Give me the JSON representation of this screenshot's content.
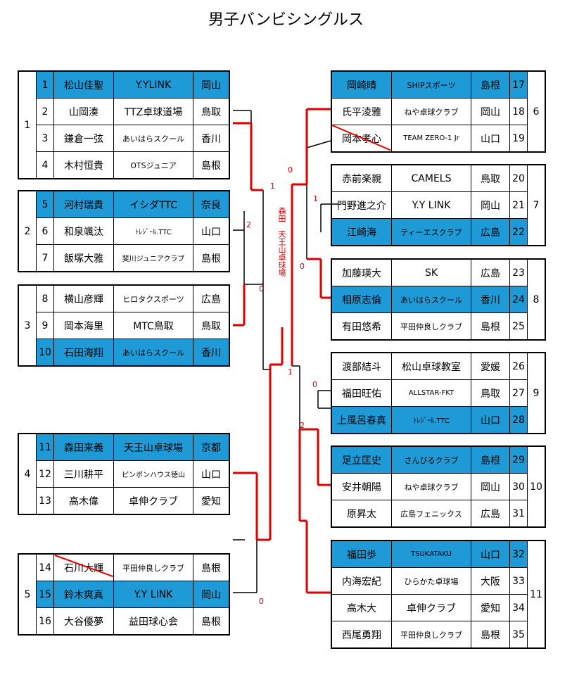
{
  "title": "男子バンビシングルス",
  "venue": "森田　天王山卓球場",
  "colors": {
    "seed_bg": "#1e9ad6",
    "winner_line": "#e00000",
    "line": "#000000"
  },
  "left_groups": [
    {
      "group": "1",
      "players": [
        {
          "no": "1",
          "name": "松山佳聖",
          "club": "Y.YLINK",
          "pref": "岡山",
          "seed": true
        },
        {
          "no": "2",
          "name": "山岡湊",
          "club": "TTZ卓球道場",
          "pref": "鳥取",
          "seed": false
        },
        {
          "no": "3",
          "name": "鎌倉一弦",
          "club": "あいはらスクール",
          "pref": "香川",
          "seed": false
        },
        {
          "no": "4",
          "name": "木村恒貴",
          "club": "OTSジュニア",
          "pref": "島根",
          "seed": false
        }
      ]
    },
    {
      "group": "2",
      "players": [
        {
          "no": "5",
          "name": "河村瑞貴",
          "club": "イシダTTC",
          "pref": "奈良",
          "seed": true
        },
        {
          "no": "6",
          "name": "和泉颯汰",
          "club": "ﾄﾚｼﾞｰﾙ.TTC",
          "pref": "山口",
          "seed": false
        },
        {
          "no": "7",
          "name": "飯塚大雅",
          "club": "斐川ジュニアクラブ",
          "pref": "島根",
          "seed": false
        }
      ]
    },
    {
      "group": "3",
      "players": [
        {
          "no": "8",
          "name": "横山彦輝",
          "club": "ヒロタクスポーツ",
          "pref": "広島",
          "seed": false
        },
        {
          "no": "9",
          "name": "岡本海里",
          "club": "MTC鳥取",
          "pref": "鳥取",
          "seed": false
        },
        {
          "no": "10",
          "name": "石田海翔",
          "club": "あいはらスクール",
          "pref": "香川",
          "seed": true
        }
      ]
    },
    {
      "group": "4",
      "players": [
        {
          "no": "11",
          "name": "森田来義",
          "club": "天王山卓球場",
          "pref": "京都",
          "seed": true
        },
        {
          "no": "12",
          "name": "三川耕平",
          "club": "ピンポンハウス徳山",
          "pref": "山口",
          "seed": false
        },
        {
          "no": "13",
          "name": "高木偉",
          "club": "卓伸クラブ",
          "pref": "愛知",
          "seed": false
        }
      ]
    },
    {
      "group": "5",
      "players": [
        {
          "no": "14",
          "name": "石川大輝",
          "club": "平田仲良しクラブ",
          "pref": "島根",
          "seed": false
        },
        {
          "no": "15",
          "name": "鈴木爽真",
          "club": "Y.Y LINK",
          "pref": "岡山",
          "seed": true
        },
        {
          "no": "16",
          "name": "大谷優夢",
          "club": "益田球心会",
          "pref": "島根",
          "seed": false
        }
      ]
    }
  ],
  "right_groups": [
    {
      "group": "6",
      "players": [
        {
          "no": "17",
          "name": "岡崎晴",
          "club": "SHIPスポーツ",
          "pref": "島根",
          "seed": true
        },
        {
          "no": "18",
          "name": "氏平淩雅",
          "club": "ねや卓球クラブ",
          "pref": "岡山",
          "seed": false
        },
        {
          "no": "19",
          "name": "岡本孝心",
          "club": "TEAM ZERO-1 Jr",
          "pref": "山口",
          "seed": false
        }
      ]
    },
    {
      "group": "7",
      "players": [
        {
          "no": "20",
          "name": "赤前楽親",
          "club": "CAMELS",
          "pref": "鳥取",
          "seed": false
        },
        {
          "no": "21",
          "name": "門野進之介",
          "club": "Y.Y LINK",
          "pref": "岡山",
          "seed": false
        },
        {
          "no": "22",
          "name": "江崎海",
          "club": "ティーエスクラブ",
          "pref": "広島",
          "seed": true
        }
      ]
    },
    {
      "group": "8",
      "players": [
        {
          "no": "23",
          "name": "加藤瑛大",
          "club": "SK",
          "pref": "広島",
          "seed": false
        },
        {
          "no": "24",
          "name": "相原志倫",
          "club": "あいはらスクール",
          "pref": "香川",
          "seed": true
        },
        {
          "no": "25",
          "name": "有田悠希",
          "club": "平田仲良しクラブ",
          "pref": "島根",
          "seed": false
        }
      ]
    },
    {
      "group": "9",
      "players": [
        {
          "no": "26",
          "name": "渡部結斗",
          "club": "松山卓球教室",
          "pref": "愛媛",
          "seed": false
        },
        {
          "no": "27",
          "name": "福田旺佑",
          "club": "ALLSTAR-FKT",
          "pref": "鳥取",
          "seed": false
        },
        {
          "no": "28",
          "name": "上風呂春真",
          "club": "ﾄﾚｼﾞｰﾙ.TTC",
          "pref": "山口",
          "seed": true
        }
      ]
    },
    {
      "group": "10",
      "players": [
        {
          "no": "29",
          "name": "足立匡史",
          "club": "さんびるクラブ",
          "pref": "島根",
          "seed": true
        },
        {
          "no": "30",
          "name": "安井朝陽",
          "club": "ねや卓球クラブ",
          "pref": "岡山",
          "seed": false
        },
        {
          "no": "31",
          "name": "原昇太",
          "club": "広島フェニックス",
          "pref": "広島",
          "seed": false
        }
      ]
    },
    {
      "group": "11",
      "players": [
        {
          "no": "32",
          "name": "福田歩",
          "club": "TSUKATAKU",
          "pref": "山口",
          "seed": true
        },
        {
          "no": "33",
          "name": "内海宏紀",
          "club": "ひらかた卓球場",
          "pref": "大阪",
          "seed": false
        },
        {
          "no": "34",
          "name": "高木大",
          "club": "卓伸クラブ",
          "pref": "愛知",
          "seed": false
        },
        {
          "no": "35",
          "name": "西尾勇翔",
          "club": "平田仲良しクラブ",
          "pref": "島根",
          "seed": false
        }
      ]
    }
  ],
  "scores": [
    {
      "text": "1",
      "where": "s1"
    },
    {
      "text": "2",
      "where": "s2"
    },
    {
      "text": "0",
      "where": "s3"
    },
    {
      "text": "0",
      "where": "s4"
    },
    {
      "text": "0",
      "where": "s5"
    },
    {
      "text": "1",
      "where": "s6"
    },
    {
      "text": "0",
      "where": "s7"
    },
    {
      "text": "1",
      "where": "s8"
    },
    {
      "text": "0",
      "where": "s9"
    },
    {
      "text": "2",
      "where": "s10"
    }
  ]
}
